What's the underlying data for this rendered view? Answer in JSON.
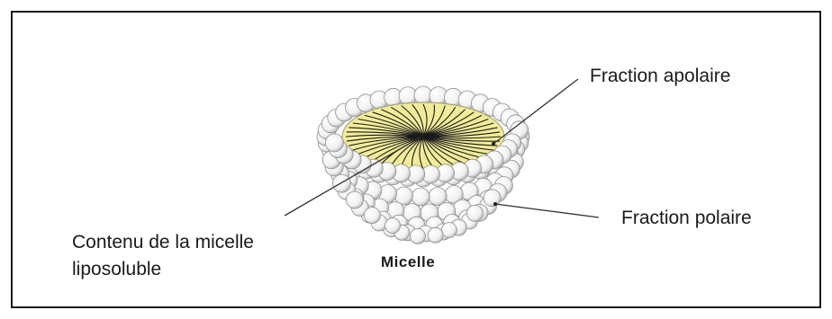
{
  "labels": {
    "apolar_fraction": "Fraction apolaire",
    "polar_fraction": "Fraction polaire",
    "content_line1": "Contenu de la micelle",
    "content_line2": "liposoluble",
    "micelle": "Micelle"
  },
  "colors": {
    "core": "#f2ec9a",
    "head": "#ffffff",
    "head_stroke": "#8f8f8f",
    "tail": "#1a1a1a",
    "leader_line": "#333333"
  }
}
